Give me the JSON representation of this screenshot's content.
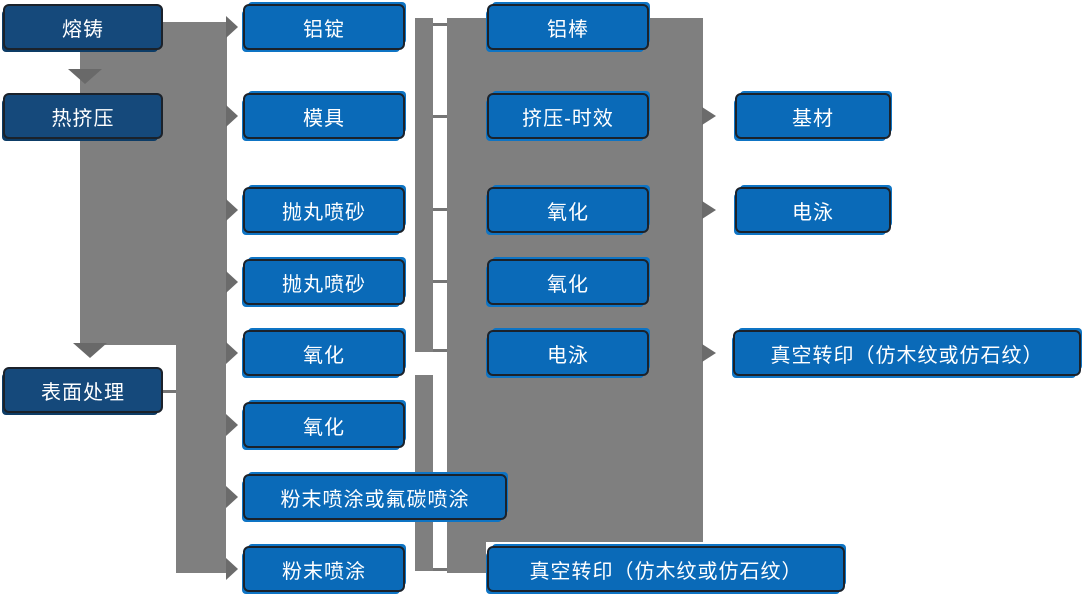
{
  "colors": {
    "stage_box_navy": "#15497b",
    "process_box_blue": "#0a6ab8",
    "box_border": "#1b222b",
    "connector_gray": "#7f7f7f",
    "arrowhead_gray": "#6b6b6b",
    "text": "#ffffff"
  },
  "nodes": {
    "col1": [
      {
        "label": "熔铸"
      },
      {
        "label": "热挤压"
      },
      {
        "label": "表面处理"
      }
    ],
    "col2": [
      {
        "label": "铝锭"
      },
      {
        "label": "模具"
      },
      {
        "label": "抛丸喷砂"
      },
      {
        "label": "抛丸喷砂"
      },
      {
        "label": "氧化"
      },
      {
        "label": "氧化"
      },
      {
        "label": "粉末喷涂或氟碳喷涂"
      },
      {
        "label": "粉末喷涂"
      }
    ],
    "col3": [
      {
        "label": "铝棒"
      },
      {
        "label": "挤压-时效"
      },
      {
        "label": "氧化"
      },
      {
        "label": "氧化"
      },
      {
        "label": "电泳"
      },
      {
        "label": "真空转印（仿木纹或仿石纹）"
      }
    ],
    "col4": [
      {
        "label": "基材"
      },
      {
        "label": "电泳"
      },
      {
        "label": "真空转印（仿木纹或仿石纹）"
      }
    ]
  }
}
